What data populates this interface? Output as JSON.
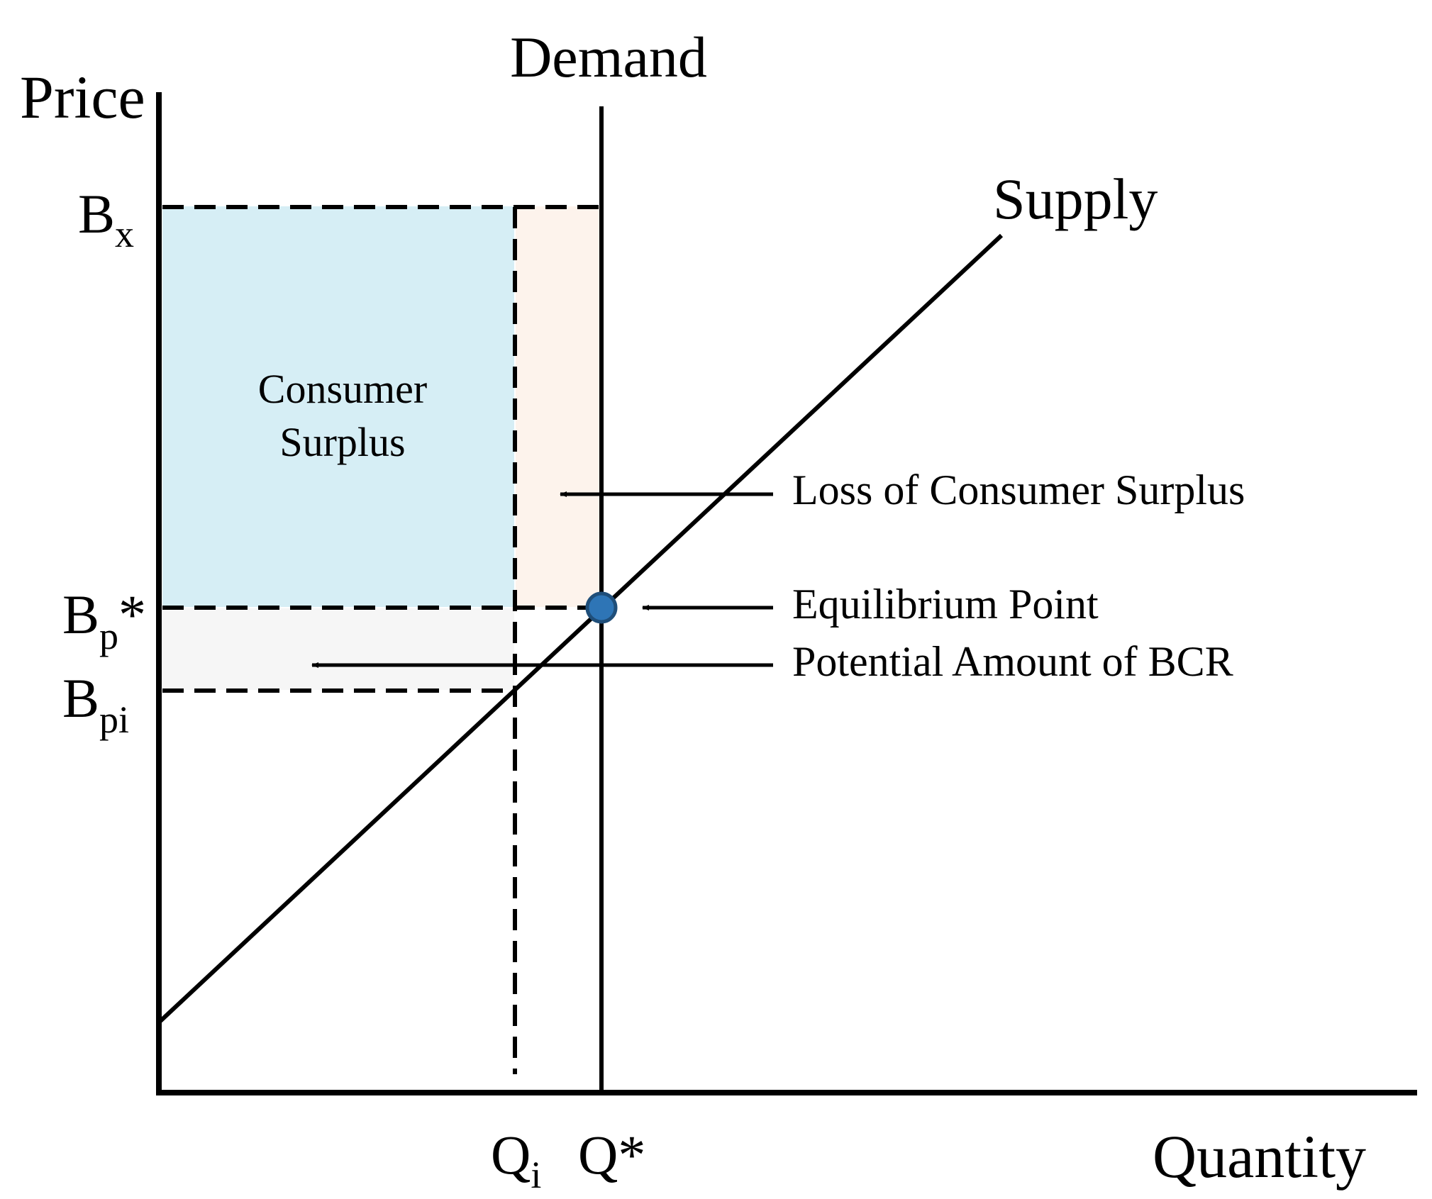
{
  "labels": {
    "price_axis": "Price",
    "quantity_axis": "Quantity",
    "demand": "Demand",
    "supply": "Supply",
    "bx_main": "B",
    "bx_sub": "x",
    "bp_main": "B",
    "bp_sub": "p",
    "bp_star": "*",
    "bpi_main": "B",
    "bpi_sub": "pi",
    "qi_main": "Q",
    "qi_sub": "i",
    "qstar": "Q*",
    "consumer_surplus_line1": "Consumer",
    "consumer_surplus_line2": "Surplus",
    "loss_of_consumer_surplus": "Loss of Consumer Surplus",
    "equilibrium_point": "Equilibrium Point",
    "potential_amount_bcr": "Potential Amount of BCR"
  },
  "colors": {
    "consumer_surplus_fill": "#d6eef5",
    "loss_fill": "#fdf3ec",
    "bcr_fill": "#f6f6f6",
    "equilibrium_point": "#2e75b6",
    "equilibrium_point_stroke": "#1f4e79",
    "ink": "#000000"
  }
}
